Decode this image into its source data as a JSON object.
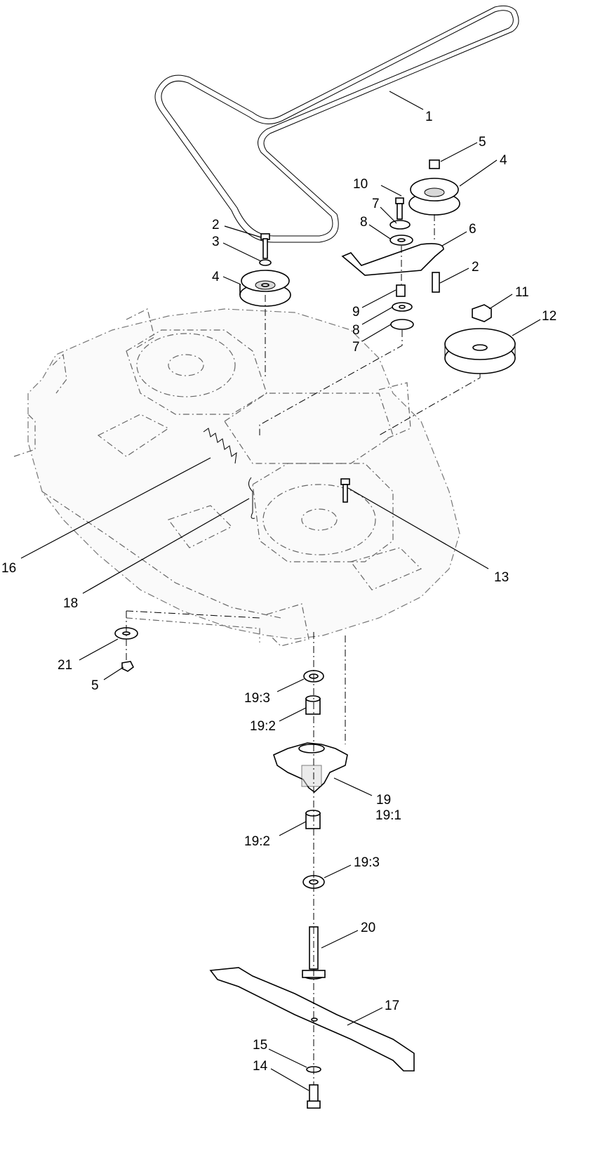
{
  "callouts": [
    {
      "id": "c1",
      "text": "1"
    },
    {
      "id": "c2a",
      "text": "2"
    },
    {
      "id": "c2b",
      "text": "2"
    },
    {
      "id": "c3",
      "text": "3"
    },
    {
      "id": "c4a",
      "text": "4"
    },
    {
      "id": "c4b",
      "text": "4"
    },
    {
      "id": "c5a",
      "text": "5"
    },
    {
      "id": "c5b",
      "text": "5"
    },
    {
      "id": "c6",
      "text": "6"
    },
    {
      "id": "c7a",
      "text": "7"
    },
    {
      "id": "c7b",
      "text": "7"
    },
    {
      "id": "c8a",
      "text": "8"
    },
    {
      "id": "c8b",
      "text": "8"
    },
    {
      "id": "c9",
      "text": "9"
    },
    {
      "id": "c10",
      "text": "10"
    },
    {
      "id": "c11",
      "text": "11"
    },
    {
      "id": "c12",
      "text": "12"
    },
    {
      "id": "c13",
      "text": "13"
    },
    {
      "id": "c14",
      "text": "14"
    },
    {
      "id": "c15",
      "text": "15"
    },
    {
      "id": "c16",
      "text": "16"
    },
    {
      "id": "c17",
      "text": "17"
    },
    {
      "id": "c18",
      "text": "18"
    },
    {
      "id": "c19",
      "text": "19"
    },
    {
      "id": "c19_1",
      "text": "19:1"
    },
    {
      "id": "c19_2a",
      "text": "19:2"
    },
    {
      "id": "c19_2b",
      "text": "19:2"
    },
    {
      "id": "c19_3a",
      "text": "19:3"
    },
    {
      "id": "c19_3b",
      "text": "19:3"
    },
    {
      "id": "c20",
      "text": "20"
    },
    {
      "id": "c21",
      "text": "21"
    }
  ]
}
